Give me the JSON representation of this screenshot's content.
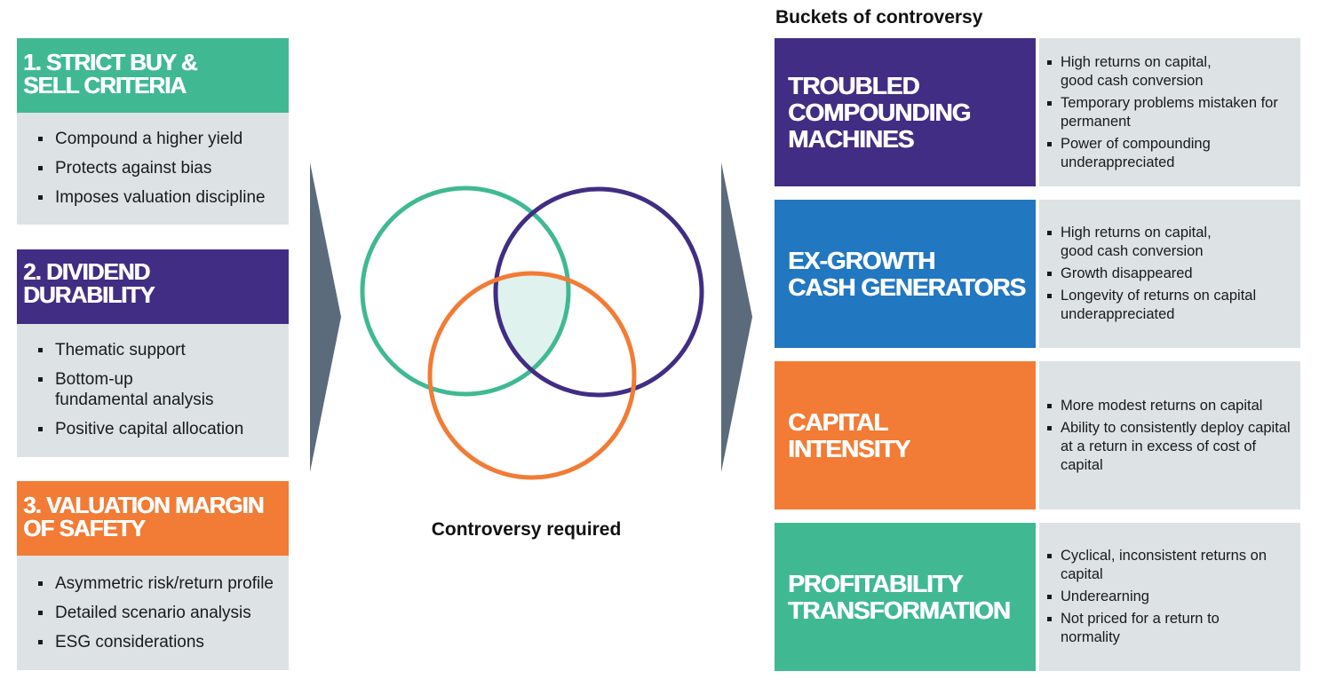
{
  "colors": {
    "teal": "#40b993",
    "purple": "#412d83",
    "blue": "#2277c1",
    "orange": "#f27b35",
    "panel": "#dde2e4",
    "arrow": "#5b6b7b",
    "overlap": "#dff2ee"
  },
  "criteria": [
    {
      "title_lines": [
        "1. STRICT BUY &",
        "SELL CRITERIA"
      ],
      "items": [
        "Compound a higher yield",
        "Protects against bias",
        "Imposes valuation discipline"
      ]
    },
    {
      "title_lines": [
        "2. DIVIDEND",
        "DURABILITY"
      ],
      "items": [
        "Thematic support",
        "Bottom-up fundamental analysis",
        "Positive capital allocation"
      ]
    },
    {
      "title_lines": [
        "3. VALUATION MARGIN",
        "OF SAFETY"
      ],
      "items": [
        "Asymmetric risk/return profile",
        "Detailed scenario analysis",
        "ESG considerations"
      ]
    }
  ],
  "venn": {
    "caption": "Controversy required"
  },
  "buckets": {
    "heading": "Buckets of controversy",
    "items": [
      {
        "title_lines": [
          "TROUBLED",
          "COMPOUNDING",
          "MACHINES"
        ],
        "points": [
          "High returns on capital, good cash conversion",
          "Temporary problems mistaken for permanent",
          "Power of compounding underappreciated"
        ]
      },
      {
        "title_lines": [
          "EX-GROWTH",
          "CASH GENERATORS"
        ],
        "points": [
          "High returns on capital, good cash conversion",
          "Growth disappeared",
          "Longevity of returns on capital underappreciated"
        ]
      },
      {
        "title_lines": [
          "CAPITAL",
          "INTENSITY"
        ],
        "points": [
          "More modest returns on capital",
          "Ability to consistently deploy capital at a return in excess of cost of capital"
        ]
      },
      {
        "title_lines": [
          "PROFITABILITY",
          "TRANSFORMATION"
        ],
        "points": [
          "Cyclical, inconsistent returns on capital",
          "Underearning",
          "Not priced for a return to normality"
        ]
      }
    ]
  }
}
